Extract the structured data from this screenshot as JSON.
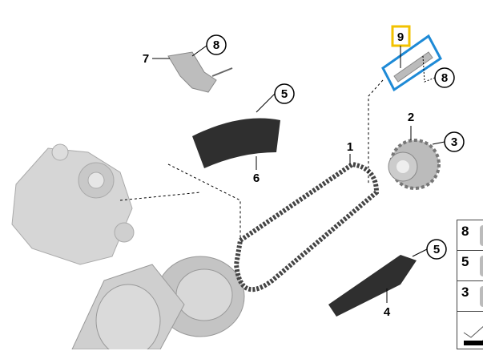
{
  "diagram": {
    "callouts": [
      {
        "id": "c8a",
        "label": "8"
      },
      {
        "id": "c7",
        "label": "7"
      },
      {
        "id": "c9",
        "label": "9"
      },
      {
        "id": "c8b",
        "label": "8"
      },
      {
        "id": "c5a",
        "label": "5"
      },
      {
        "id": "c2",
        "label": "2"
      },
      {
        "id": "c3",
        "label": "3"
      },
      {
        "id": "c1",
        "label": "1"
      },
      {
        "id": "c6",
        "label": "6"
      },
      {
        "id": "c5b",
        "label": "5"
      },
      {
        "id": "c4",
        "label": "4"
      }
    ],
    "highlight": {
      "label": "9",
      "box_color": "#f2c200",
      "frame_color": "#1e8ad6"
    }
  },
  "side_panel": {
    "items": [
      {
        "label": "8"
      },
      {
        "label": "5"
      },
      {
        "label": "3"
      }
    ]
  }
}
